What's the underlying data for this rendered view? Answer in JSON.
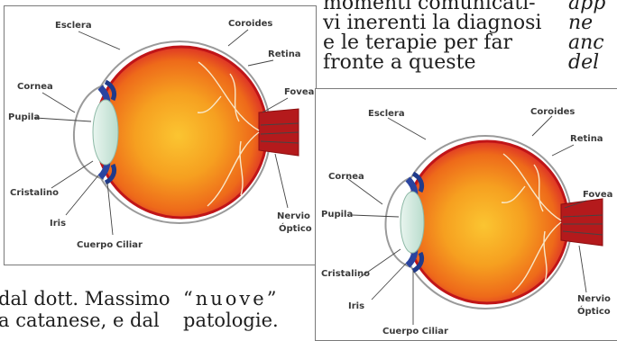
{
  "article": {
    "top_column": [
      "momenti comunicati-",
      "vi inerenti la diagnosi",
      "e le terapie per far",
      "fronte      a      queste"
    ],
    "right_column": [
      "app",
      "ne",
      "anc",
      "del"
    ],
    "bottom_left": [
      "dal dott. Massimo",
      "a catanese, e dal"
    ],
    "bottom_mid": [
      "“nuove”",
      "patologie."
    ]
  },
  "figure_1": {
    "labels": {
      "sclera": "Esclera",
      "choroid": "Coroides",
      "retina": "Retina",
      "cornea": "Cornea",
      "pupil": "Pupila",
      "fovea": "Fovea",
      "lens": "Cristalino",
      "iris": "Iris",
      "ciliary": "Cuerpo Ciliar",
      "nerve_1": "Nervio",
      "nerve_2": "Óptico"
    }
  },
  "figure_2": {
    "labels": {
      "sclera": "Esclera",
      "choroid": "Coroides",
      "retina": "Retina",
      "cornea": "Cornea",
      "pupil": "Pupila",
      "fovea": "Fovea",
      "lens": "Cristalino",
      "iris": "Iris",
      "ciliary": "Cuerpo Ciliar",
      "nerve_1": "Nervio",
      "nerve_2": "Óptico"
    }
  },
  "colors": {
    "eyeball_outer": "#d9242a",
    "eyeball_inner": "#f08a1e",
    "eyeball_center": "#fbc531",
    "choroid_edge": "#c01518",
    "iris": "#2a44a0",
    "lens": "#cfe6dc",
    "nerve": "#b41a1c"
  }
}
